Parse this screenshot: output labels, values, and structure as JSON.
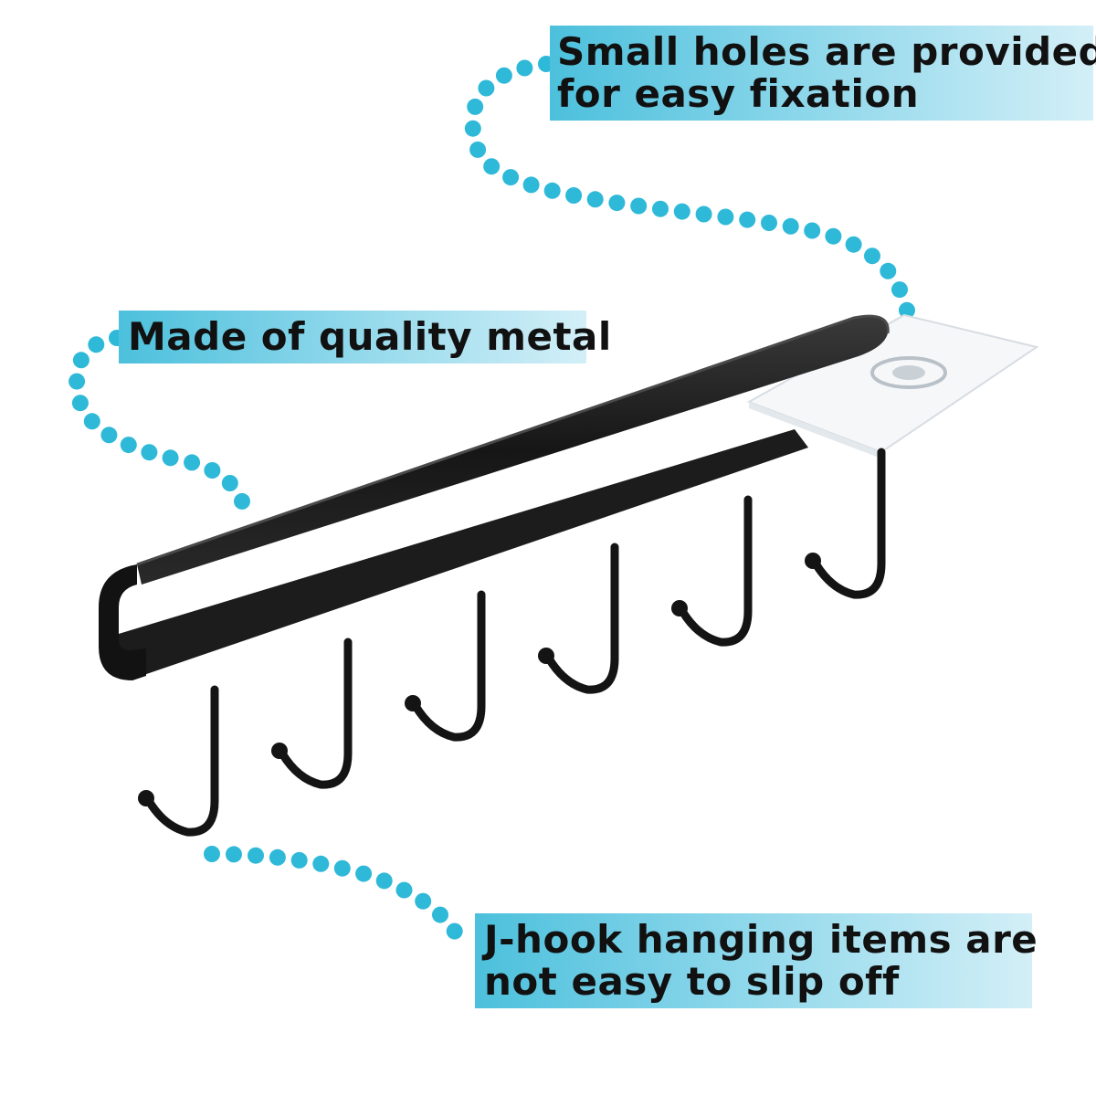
{
  "callouts": {
    "fixation": {
      "line1": "Small holes are provided",
      "line2": "for easy fixation"
    },
    "material": {
      "line1": "Made of quality metal"
    },
    "hooks": {
      "line1": "J-hook hanging items are",
      "line2": "not easy to slip off"
    }
  },
  "product": {
    "hook_count": 6,
    "frame_color": "#1b1b1b",
    "adhesive_pad_color": "#f4f6f8"
  },
  "colors": {
    "dots": "#2fb9d8",
    "label_gradient_start": "#4cc0dc",
    "label_gradient_end": "#d3eff7"
  }
}
